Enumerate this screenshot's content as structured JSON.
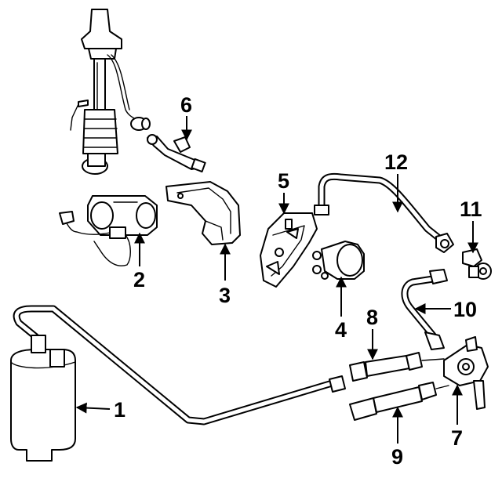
{
  "callouts": [
    {
      "id": "1",
      "label": "1"
    },
    {
      "id": "2",
      "label": "2"
    },
    {
      "id": "3",
      "label": "3"
    },
    {
      "id": "4",
      "label": "4"
    },
    {
      "id": "5",
      "label": "5"
    },
    {
      "id": "6",
      "label": "6"
    },
    {
      "id": "7",
      "label": "7"
    },
    {
      "id": "8",
      "label": "8"
    },
    {
      "id": "9",
      "label": "9"
    },
    {
      "id": "10",
      "label": "10"
    },
    {
      "id": "11",
      "label": "11"
    },
    {
      "id": "12",
      "label": "12"
    }
  ],
  "colors": {
    "line": "#000000",
    "background": "#ffffff"
  }
}
